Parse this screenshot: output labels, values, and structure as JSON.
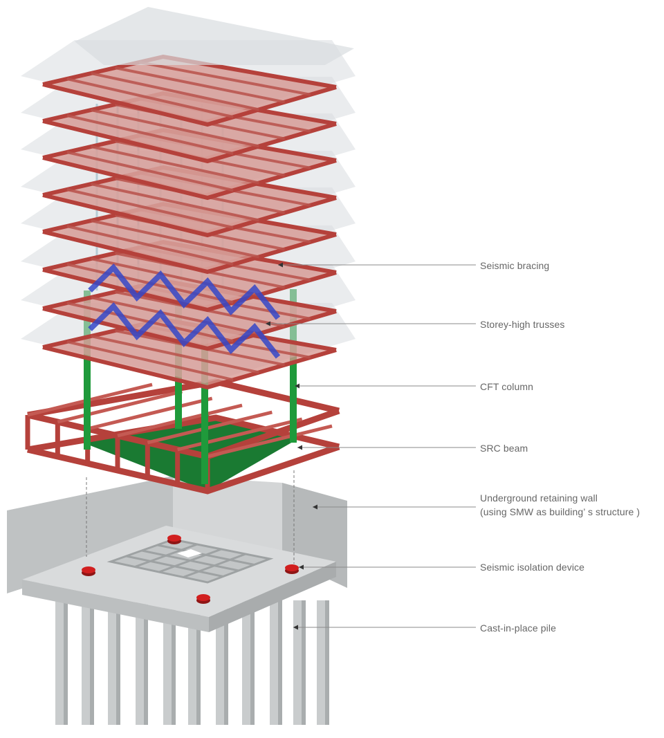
{
  "diagram": {
    "labels": [
      {
        "id": "seismic-bracing",
        "lines": [
          "Seismic bracing"
        ]
      },
      {
        "id": "storey-high-trusses",
        "lines": [
          "Storey-high trusses"
        ]
      },
      {
        "id": "cft-column",
        "lines": [
          "CFT column"
        ]
      },
      {
        "id": "src-beam",
        "lines": [
          "SRC beam"
        ]
      },
      {
        "id": "underground-retaining-wall",
        "lines": [
          "Underground retaining wall",
          "(using SMW as building’ s structure )"
        ]
      },
      {
        "id": "seismic-isolation-device",
        "lines": [
          "Seismic isolation device"
        ]
      },
      {
        "id": "cast-in-place-pile",
        "lines": [
          "Cast-in-place pile"
        ]
      }
    ],
    "colors": {
      "steel_frame": "#b5413b",
      "cft_column": "#1f9a3b",
      "src_slab": "#1a7a32",
      "truss": "#3548c8",
      "glass": "#d9dde0",
      "concrete": "#c9cccd",
      "concrete_dark": "#a9adae",
      "isolator": "#d11f1f",
      "leader": "#8a8a8a"
    }
  }
}
